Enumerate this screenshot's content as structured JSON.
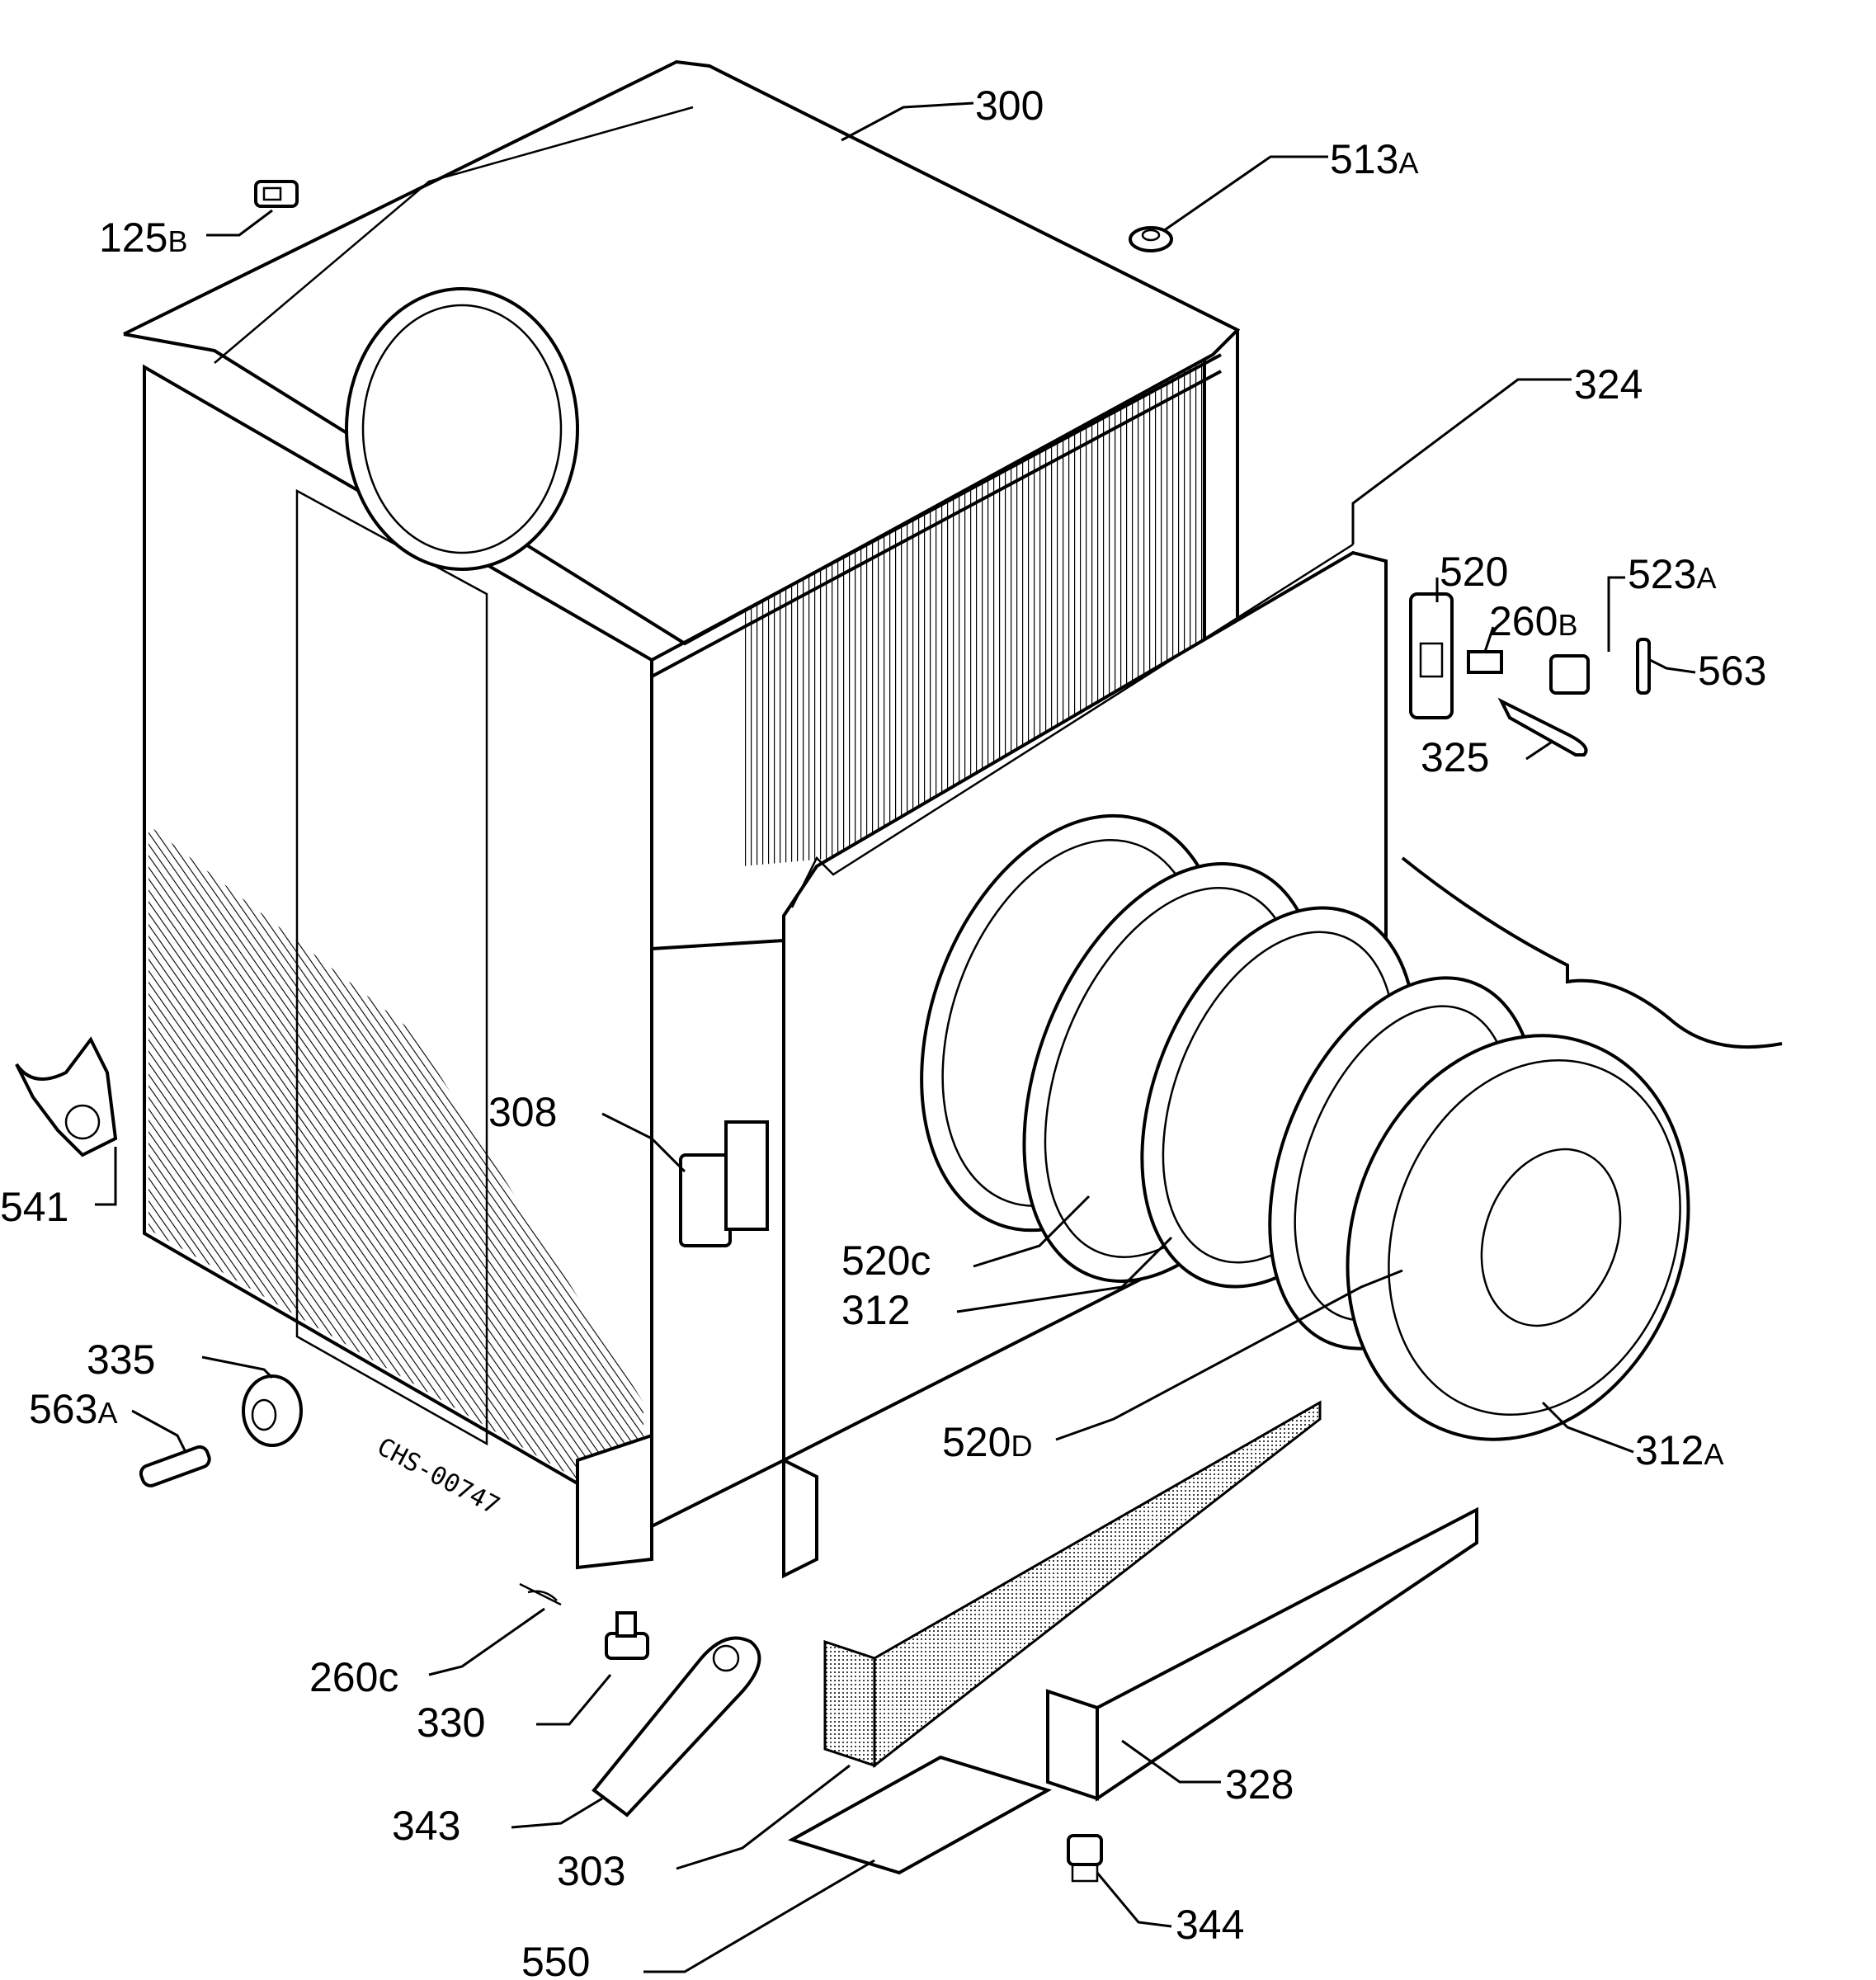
{
  "drawing_code": "CHS-00747",
  "parts": [
    {
      "id": "300",
      "num": "300",
      "sfx": ""
    },
    {
      "id": "513a",
      "num": "513",
      "sfx": "A"
    },
    {
      "id": "125b",
      "num": "125",
      "sfx": "B"
    },
    {
      "id": "324",
      "num": "324",
      "sfx": ""
    },
    {
      "id": "520",
      "num": "520",
      "sfx": ""
    },
    {
      "id": "523a",
      "num": "523",
      "sfx": "A"
    },
    {
      "id": "260b",
      "num": "260",
      "sfx": "B"
    },
    {
      "id": "563",
      "num": "563",
      "sfx": ""
    },
    {
      "id": "325",
      "num": "325",
      "sfx": ""
    },
    {
      "id": "308",
      "num": "308",
      "sfx": ""
    },
    {
      "id": "541",
      "num": "541",
      "sfx": ""
    },
    {
      "id": "520c",
      "num": "520c",
      "sfx": ""
    },
    {
      "id": "312",
      "num": "312",
      "sfx": ""
    },
    {
      "id": "335",
      "num": "335",
      "sfx": ""
    },
    {
      "id": "563a",
      "num": "563",
      "sfx": "A"
    },
    {
      "id": "520d",
      "num": "520",
      "sfx": "D"
    },
    {
      "id": "312a",
      "num": "312",
      "sfx": "A"
    },
    {
      "id": "260c",
      "num": "260c",
      "sfx": ""
    },
    {
      "id": "330",
      "num": "330",
      "sfx": ""
    },
    {
      "id": "343",
      "num": "343",
      "sfx": ""
    },
    {
      "id": "303",
      "num": "303",
      "sfx": ""
    },
    {
      "id": "328",
      "num": "328",
      "sfx": ""
    },
    {
      "id": "344",
      "num": "344",
      "sfx": ""
    },
    {
      "id": "550",
      "num": "550",
      "sfx": ""
    }
  ]
}
